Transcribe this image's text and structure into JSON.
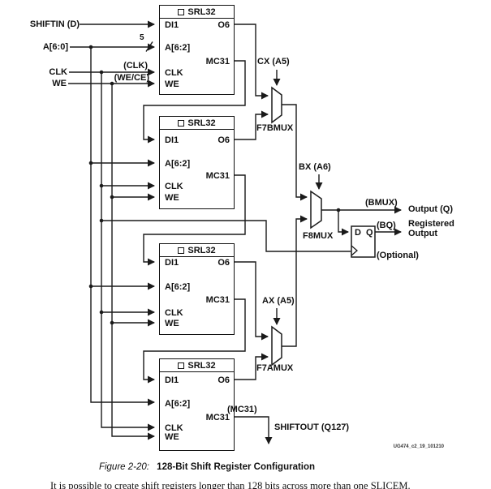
{
  "figure": {
    "caption_label": "Figure 2-20:",
    "caption_title": "128-Bit Shift Register Configuration",
    "watermark": "UG474_c2_19_101210",
    "body_text": "It is possible to create shift registers longer than 128 bits across more than one SLICEM."
  },
  "inputs": {
    "shiftin": "SHIFTIN (D)",
    "addr": "A[6:0]",
    "clk": "CLK",
    "we": "WE",
    "clk_note": "(CLK)",
    "we_note": "(WE/CE)",
    "bus_width": "5"
  },
  "block_type": "SRL32",
  "blocks": [
    {
      "pins": {
        "di1": "DI1",
        "o6": "O6",
        "a": "A[6:2]",
        "mc31": "MC31",
        "clk": "CLK",
        "we": "WE"
      }
    },
    {
      "pins": {
        "di1": "DI1",
        "o6": "O6",
        "a": "A[6:2]",
        "mc31": "MC31",
        "clk": "CLK",
        "we": "WE"
      }
    },
    {
      "pins": {
        "di1": "DI1",
        "o6": "O6",
        "a": "A[6:2]",
        "mc31": "MC31",
        "clk": "CLK",
        "we": "WE"
      }
    },
    {
      "pins": {
        "di1": "DI1",
        "o6": "O6",
        "a": "A[6:2]",
        "mc31": "MC31",
        "clk": "CLK",
        "we": "WE"
      }
    }
  ],
  "muxes": {
    "f7b": {
      "label": "F7BMUX",
      "select": "CX (A5)"
    },
    "f8": {
      "label": "F8MUX",
      "select": "BX (A6)"
    },
    "f7a": {
      "label": "F7AMUX",
      "select": "AX (A5)"
    }
  },
  "flipflop": {
    "d": "D",
    "q": "Q",
    "optional": "(Optional)"
  },
  "outputs": {
    "bmux_tag": "(BMUX)",
    "out_q": "Output (Q)",
    "bq_tag": "(BQ)",
    "reg_line1": "Registered",
    "reg_line2": "Output",
    "mc31_tag": "(MC31)",
    "shiftout": "SHIFTOUT (Q127)"
  },
  "colors": {
    "line": "#1a1a1a",
    "background": "#ffffff"
  }
}
